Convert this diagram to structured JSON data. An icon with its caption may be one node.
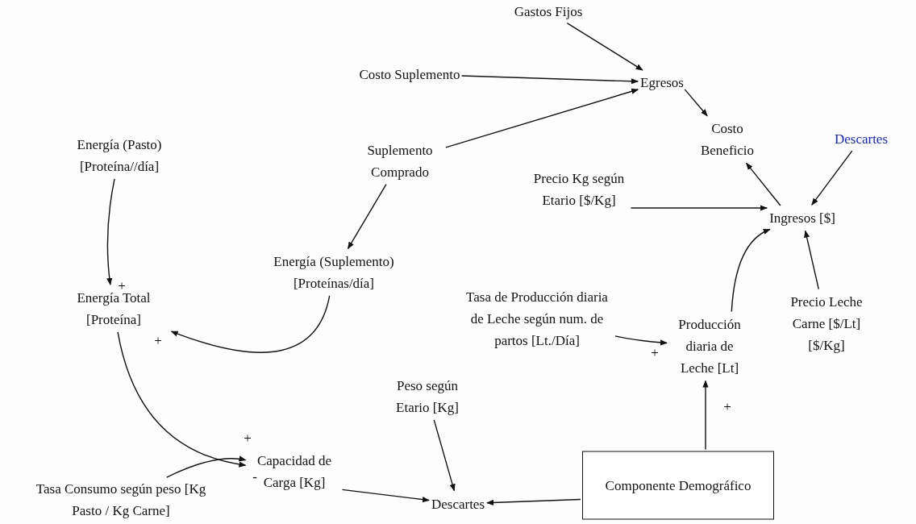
{
  "diagram": {
    "nodes": [
      {
        "text": [
          "Gastos Fijos"
        ]
      },
      {
        "text": [
          "Costo Suplemento"
        ]
      },
      {
        "text": [
          "Egresos"
        ]
      },
      {
        "text": [
          "Suplemento Comprado"
        ]
      },
      {
        "text": [
          "Costo Beneficio"
        ]
      },
      {
        "text": [
          "Descartes"
        ]
      },
      {
        "text": [
          "Energía  (Pasto) [Proteína//día]"
        ]
      },
      {
        "text": [
          "Precio Kg según Etario [$/Kg]"
        ]
      },
      {
        "text": [
          "Ingresos [$]"
        ]
      },
      {
        "text": [
          "Energía (Suplemento) [Proteínas/día]"
        ]
      },
      {
        "text": [
          "Tasa de Producción diaria de Leche según num. de partos [Lt./Día]"
        ]
      },
      {
        "text": [
          "Energía  Total [Proteína]"
        ]
      },
      {
        "text": [
          "Producción diaria de Leche [Lt]"
        ]
      },
      {
        "text": [
          "Precio Leche Carne [$/Lt] [$/Kg]"
        ]
      },
      {
        "text": [
          "Peso según Etario [Kg]"
        ]
      },
      {
        "text": [
          "Capacidad de Carga [Kg]"
        ]
      },
      {
        "text": [
          "Tasa Consumo según peso [Kg Pasto / Kg Carne]"
        ]
      },
      {
        "text": [
          "Descartes"
        ]
      },
      {
        "text": [
          "Componente Demográfico"
        ]
      }
    ],
    "edges": [
      {
        "from": 0,
        "to": 2,
        "arrow": "to"
      },
      {
        "from": 1,
        "to": 2,
        "arrow": "to"
      },
      {
        "from": 3,
        "to": 2,
        "arrow": "to"
      },
      {
        "from": 2,
        "to": 4,
        "arrow": "to"
      },
      {
        "from": 3,
        "to": 9,
        "arrow": "to"
      },
      {
        "from": 8,
        "to": 4,
        "arrow": "to"
      },
      {
        "from": 5,
        "to": 8,
        "arrow": "to"
      },
      {
        "from": 7,
        "to": 8,
        "arrow": "to"
      },
      {
        "from": 12,
        "to": 8,
        "arrow": "to"
      },
      {
        "from": 13,
        "to": 8,
        "arrow": "to"
      },
      {
        "from": 6,
        "to": 11,
        "arrow": "to",
        "label": "+"
      },
      {
        "from": 9,
        "to": 11,
        "arrow": "to",
        "label": "+"
      },
      {
        "from": 11,
        "to": 15,
        "arrow": "to",
        "label": "+"
      },
      {
        "from": 16,
        "to": 15,
        "arrow": "to",
        "label": "-"
      },
      {
        "from": 10,
        "to": 12,
        "arrow": "to",
        "label": "+"
      },
      {
        "from": 18,
        "to": 12,
        "arrow": "to",
        "label": "+"
      },
      {
        "from": 15,
        "to": 17,
        "arrow": "to"
      },
      {
        "from": 14,
        "to": 17,
        "arrow": "to"
      },
      {
        "from": 18,
        "to": 17,
        "arrow": "to"
      }
    ]
  }
}
